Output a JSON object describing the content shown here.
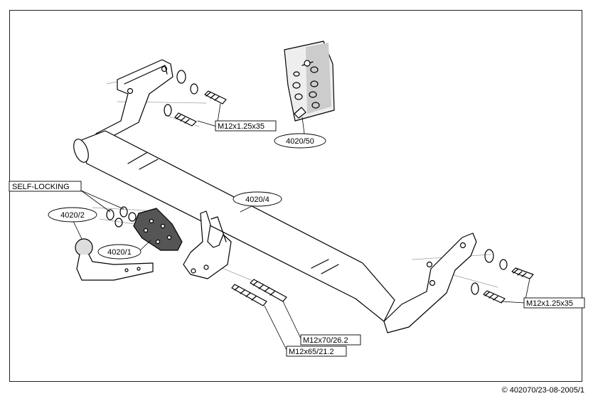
{
  "parts": {
    "bracket_plate": "4020/50",
    "crossbar": "4020/4",
    "tow_ball": "4020/2",
    "ball_flange": "4020/1"
  },
  "notes": {
    "self_locking": "SELF-LOCKING"
  },
  "bolts": {
    "left_upper": "M12x1.25x35",
    "right": "M12x1.25x35",
    "center_long": "M12x70/26.2",
    "center_short": "M12x65/21.2"
  },
  "footer": {
    "copyright": "© 402070/23-08-2005/1"
  }
}
